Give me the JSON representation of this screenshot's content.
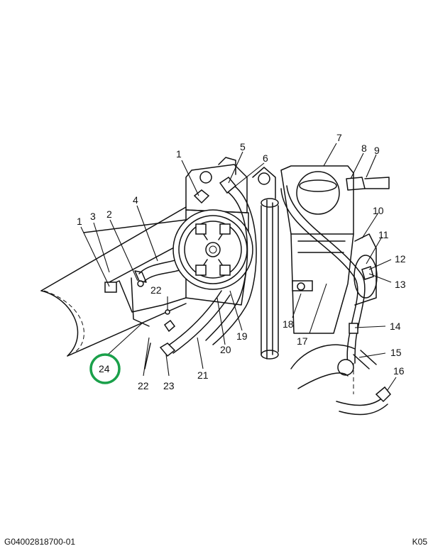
{
  "callouts": [
    {
      "id": "1a",
      "text": "1"
    },
    {
      "id": "1b",
      "text": "1"
    },
    {
      "id": "2",
      "text": "2"
    },
    {
      "id": "3",
      "text": "3"
    },
    {
      "id": "4",
      "text": "4"
    },
    {
      "id": "5",
      "text": "5"
    },
    {
      "id": "6",
      "text": "6"
    },
    {
      "id": "7",
      "text": "7"
    },
    {
      "id": "8",
      "text": "8"
    },
    {
      "id": "9",
      "text": "9"
    },
    {
      "id": "10",
      "text": "10"
    },
    {
      "id": "11",
      "text": "11"
    },
    {
      "id": "12",
      "text": "12"
    },
    {
      "id": "13",
      "text": "13"
    },
    {
      "id": "14",
      "text": "14"
    },
    {
      "id": "15",
      "text": "15"
    },
    {
      "id": "16",
      "text": "16"
    },
    {
      "id": "17",
      "text": "17"
    },
    {
      "id": "18",
      "text": "18"
    },
    {
      "id": "19",
      "text": "19"
    },
    {
      "id": "20",
      "text": "20"
    },
    {
      "id": "21",
      "text": "21"
    },
    {
      "id": "22a",
      "text": "22"
    },
    {
      "id": "22b",
      "text": "22"
    },
    {
      "id": "23",
      "text": "23"
    },
    {
      "id": "24",
      "text": "24"
    }
  ],
  "highlight": {
    "callout": "24",
    "color": "#1aa04a"
  },
  "footer": {
    "left": "G04002818700-01",
    "right": "K05"
  }
}
